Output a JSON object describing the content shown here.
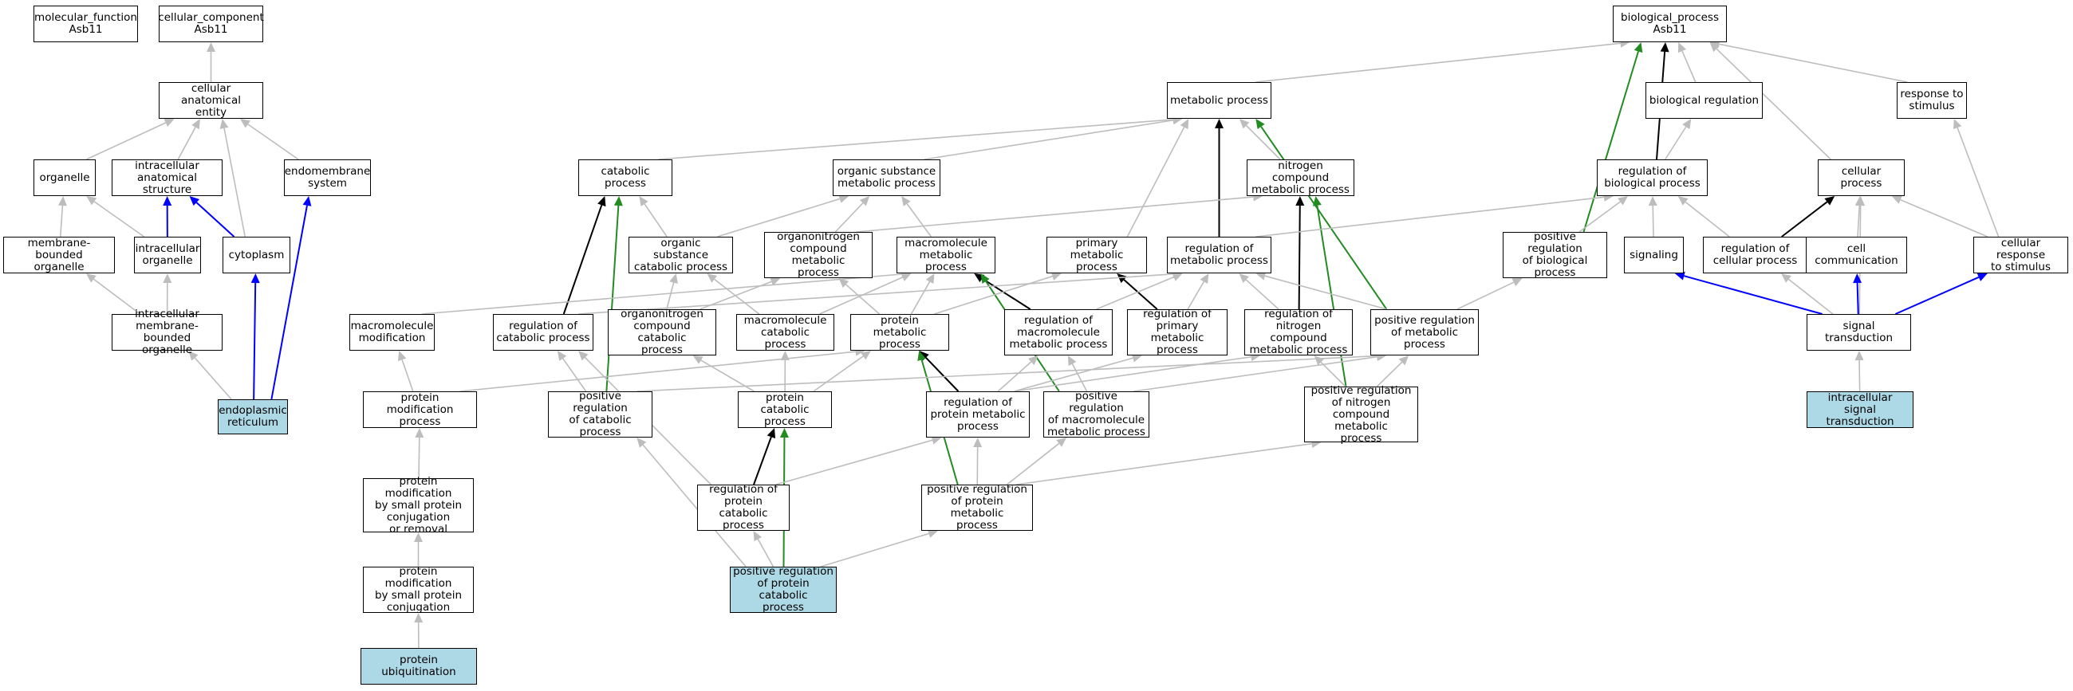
{
  "colors": {
    "gray": "#bdbdbd",
    "black": "#000000",
    "blue": "#0000ff",
    "green": "#228b22",
    "highlight": "#add8e6"
  },
  "nodes": [
    {
      "id": "mf",
      "label": "molecular_function\nAsb11",
      "hl": false
    },
    {
      "id": "cc",
      "label": "cellular_component\nAsb11",
      "hl": false
    },
    {
      "id": "bp",
      "label": "biological_process\nAsb11",
      "hl": false
    },
    {
      "id": "cae",
      "label": "cellular anatomical\nentity",
      "hl": false
    },
    {
      "id": "org",
      "label": "organelle",
      "hl": false
    },
    {
      "id": "ias",
      "label": "intracellular\nanatomical structure",
      "hl": false
    },
    {
      "id": "ems",
      "label": "endomembrane\nsystem",
      "hl": false
    },
    {
      "id": "mbo",
      "label": "membrane-bounded\norganelle",
      "hl": false
    },
    {
      "id": "io",
      "label": "intracellular\norganelle",
      "hl": false
    },
    {
      "id": "cyt",
      "label": "cytoplasm",
      "hl": false
    },
    {
      "id": "imbo",
      "label": "intracellular\nmembrane-bounded\norganelle",
      "hl": false
    },
    {
      "id": "er",
      "label": "endoplasmic\nreticulum",
      "hl": true
    },
    {
      "id": "mp",
      "label": "metabolic process",
      "hl": false
    },
    {
      "id": "cp",
      "label": "catabolic process",
      "hl": false
    },
    {
      "id": "osmp",
      "label": "organic substance\nmetabolic process",
      "hl": false
    },
    {
      "id": "ncmp",
      "label": "nitrogen compound\nmetabolic process",
      "hl": false
    },
    {
      "id": "br",
      "label": "biological regulation",
      "hl": false
    },
    {
      "id": "rts",
      "label": "response to\nstimulus",
      "hl": false
    },
    {
      "id": "rbp",
      "label": "regulation of\nbiological process",
      "hl": false
    },
    {
      "id": "cellp",
      "label": "cellular process",
      "hl": false
    },
    {
      "id": "oscp",
      "label": "organic substance\ncatabolic process",
      "hl": false
    },
    {
      "id": "oncmp",
      "label": "organonitrogen\ncompound metabolic\nprocess",
      "hl": false
    },
    {
      "id": "mmp",
      "label": "macromolecule\nmetabolic process",
      "hl": false
    },
    {
      "id": "pmp",
      "label": "primary metabolic\nprocess",
      "hl": false
    },
    {
      "id": "rmp",
      "label": "regulation of\nmetabolic process",
      "hl": false
    },
    {
      "id": "prbp",
      "label": "positive regulation\nof biological\nprocess",
      "hl": false
    },
    {
      "id": "sig",
      "label": "signaling",
      "hl": false
    },
    {
      "id": "rcp",
      "label": "regulation of\ncellular process",
      "hl": false
    },
    {
      "id": "cc2",
      "label": "cell communication",
      "hl": false
    },
    {
      "id": "crs",
      "label": "cellular response\nto stimulus",
      "hl": false
    },
    {
      "id": "mm",
      "label": "macromolecule\nmodification",
      "hl": false
    },
    {
      "id": "rcatp",
      "label": "regulation of\ncatabolic process",
      "hl": false
    },
    {
      "id": "onccp",
      "label": "organonitrogen\ncompound catabolic\nprocess",
      "hl": false
    },
    {
      "id": "mcp",
      "label": "macromolecule\ncatabolic process",
      "hl": false
    },
    {
      "id": "protmp",
      "label": "protein metabolic\nprocess",
      "hl": false
    },
    {
      "id": "rmmp",
      "label": "regulation of\nmacromolecule\nmetabolic process",
      "hl": false
    },
    {
      "id": "rpmp",
      "label": "regulation of\nprimary metabolic\nprocess",
      "hl": false
    },
    {
      "id": "rncmp",
      "label": "regulation of\nnitrogen compound\nmetabolic process",
      "hl": false
    },
    {
      "id": "prmp",
      "label": "positive regulation\nof metabolic\nprocess",
      "hl": false
    },
    {
      "id": "st",
      "label": "signal transduction",
      "hl": false
    },
    {
      "id": "pmod",
      "label": "protein modification\nprocess",
      "hl": false
    },
    {
      "id": "prcatp",
      "label": "positive regulation\nof catabolic\nprocess",
      "hl": false
    },
    {
      "id": "pcp",
      "label": "protein catabolic\nprocess",
      "hl": false
    },
    {
      "id": "rprotmp",
      "label": "regulation of\nprotein metabolic\nprocess",
      "hl": false
    },
    {
      "id": "prmmp",
      "label": "positive regulation\nof macromolecule\nmetabolic process",
      "hl": false
    },
    {
      "id": "prncmp",
      "label": "positive regulation\nof nitrogen\ncompound metabolic\nprocess",
      "hl": false
    },
    {
      "id": "ist",
      "label": "intracellular\nsignal transduction",
      "hl": true
    },
    {
      "id": "pmsp",
      "label": "protein modification\nby small protein\nconjugation\nor removal",
      "hl": false
    },
    {
      "id": "rpcp",
      "label": "regulation of\nprotein catabolic\nprocess",
      "hl": false
    },
    {
      "id": "prprotmp",
      "label": "positive regulation\nof protein metabolic\nprocess",
      "hl": false
    },
    {
      "id": "pmspc",
      "label": "protein modification\nby small protein\nconjugation",
      "hl": false
    },
    {
      "id": "prpcp",
      "label": "positive regulation\nof protein catabolic\nprocess",
      "hl": true
    },
    {
      "id": "pu",
      "label": "protein ubiquitination",
      "hl": true
    }
  ],
  "edges": [
    {
      "from": "cae",
      "to": "cc",
      "color": "gray"
    },
    {
      "from": "org",
      "to": "cae",
      "color": "gray"
    },
    {
      "from": "ias",
      "to": "cae",
      "color": "gray"
    },
    {
      "from": "ems",
      "to": "cae",
      "color": "gray"
    },
    {
      "from": "cyt",
      "to": "cae",
      "color": "gray"
    },
    {
      "from": "mbo",
      "to": "org",
      "color": "gray"
    },
    {
      "from": "io",
      "to": "org",
      "color": "gray"
    },
    {
      "from": "io",
      "to": "ias",
      "color": "blue"
    },
    {
      "from": "cyt",
      "to": "ias",
      "color": "blue"
    },
    {
      "from": "imbo",
      "to": "mbo",
      "color": "gray"
    },
    {
      "from": "imbo",
      "to": "io",
      "color": "gray"
    },
    {
      "from": "er",
      "to": "imbo",
      "color": "gray"
    },
    {
      "from": "er",
      "to": "cyt",
      "color": "blue"
    },
    {
      "from": "er",
      "to": "ems",
      "color": "blue"
    },
    {
      "from": "mp",
      "to": "bp",
      "color": "gray"
    },
    {
      "from": "br",
      "to": "bp",
      "color": "gray"
    },
    {
      "from": "rts",
      "to": "bp",
      "color": "gray"
    },
    {
      "from": "cellp",
      "to": "bp",
      "color": "gray"
    },
    {
      "from": "rbp",
      "to": "bp",
      "color": "black"
    },
    {
      "from": "prbp",
      "to": "bp",
      "color": "green"
    },
    {
      "from": "rbp",
      "to": "br",
      "color": "gray"
    },
    {
      "from": "cp",
      "to": "mp",
      "color": "gray"
    },
    {
      "from": "osmp",
      "to": "mp",
      "color": "gray"
    },
    {
      "from": "ncmp",
      "to": "mp",
      "color": "gray"
    },
    {
      "from": "pmp",
      "to": "mp",
      "color": "gray"
    },
    {
      "from": "rmp",
      "to": "mp",
      "color": "black"
    },
    {
      "from": "prmp",
      "to": "mp",
      "color": "green"
    },
    {
      "from": "oscp",
      "to": "cp",
      "color": "gray"
    },
    {
      "from": "rcatp",
      "to": "cp",
      "color": "black"
    },
    {
      "from": "prcatp",
      "to": "cp",
      "color": "green"
    },
    {
      "from": "oscp",
      "to": "osmp",
      "color": "gray"
    },
    {
      "from": "oncmp",
      "to": "osmp",
      "color": "gray"
    },
    {
      "from": "mmp",
      "to": "osmp",
      "color": "gray"
    },
    {
      "from": "oncmp",
      "to": "ncmp",
      "color": "gray"
    },
    {
      "from": "rncmp",
      "to": "ncmp",
      "color": "black"
    },
    {
      "from": "prncmp",
      "to": "ncmp",
      "color": "green"
    },
    {
      "from": "rmp",
      "to": "rbp",
      "color": "gray"
    },
    {
      "from": "prbp",
      "to": "rbp",
      "color": "gray"
    },
    {
      "from": "rcp",
      "to": "rbp",
      "color": "gray"
    },
    {
      "from": "sig",
      "to": "rbp",
      "color": "gray"
    },
    {
      "from": "rcp",
      "to": "cellp",
      "color": "black"
    },
    {
      "from": "cc2",
      "to": "cellp",
      "color": "gray"
    },
    {
      "from": "crs",
      "to": "cellp",
      "color": "gray"
    },
    {
      "from": "st",
      "to": "cellp",
      "color": "gray"
    },
    {
      "from": "crs",
      "to": "rts",
      "color": "gray"
    },
    {
      "from": "prmp",
      "to": "prbp",
      "color": "gray"
    },
    {
      "from": "onccp",
      "to": "oscp",
      "color": "gray"
    },
    {
      "from": "mcp",
      "to": "oscp",
      "color": "gray"
    },
    {
      "from": "onccp",
      "to": "oncmp",
      "color": "gray"
    },
    {
      "from": "protmp",
      "to": "oncmp",
      "color": "gray"
    },
    {
      "from": "mcp",
      "to": "mmp",
      "color": "gray"
    },
    {
      "from": "protmp",
      "to": "mmp",
      "color": "gray"
    },
    {
      "from": "mm",
      "to": "mmp",
      "color": "gray"
    },
    {
      "from": "rmmp",
      "to": "mmp",
      "color": "black"
    },
    {
      "from": "prmmp",
      "to": "mmp",
      "color": "green"
    },
    {
      "from": "protmp",
      "to": "pmp",
      "color": "gray"
    },
    {
      "from": "rpmp",
      "to": "pmp",
      "color": "black"
    },
    {
      "from": "rmmp",
      "to": "rmp",
      "color": "gray"
    },
    {
      "from": "rpmp",
      "to": "rmp",
      "color": "gray"
    },
    {
      "from": "rncmp",
      "to": "rmp",
      "color": "gray"
    },
    {
      "from": "prmp",
      "to": "rmp",
      "color": "gray"
    },
    {
      "from": "rcatp",
      "to": "rmp",
      "color": "gray"
    },
    {
      "from": "st",
      "to": "sig",
      "color": "blue"
    },
    {
      "from": "st",
      "to": "rcp",
      "color": "gray"
    },
    {
      "from": "st",
      "to": "cc2",
      "color": "blue"
    },
    {
      "from": "st",
      "to": "crs",
      "color": "blue"
    },
    {
      "from": "pmod",
      "to": "mm",
      "color": "gray"
    },
    {
      "from": "pmod",
      "to": "protmp",
      "color": "gray"
    },
    {
      "from": "prcatp",
      "to": "rcatp",
      "color": "gray"
    },
    {
      "from": "rpcp",
      "to": "rcatp",
      "color": "gray"
    },
    {
      "from": "pcp",
      "to": "onccp",
      "color": "gray"
    },
    {
      "from": "pcp",
      "to": "mcp",
      "color": "gray"
    },
    {
      "from": "pcp",
      "to": "protmp",
      "color": "gray"
    },
    {
      "from": "rprotmp",
      "to": "protmp",
      "color": "black"
    },
    {
      "from": "prprotmp",
      "to": "protmp",
      "color": "green"
    },
    {
      "from": "rprotmp",
      "to": "rmmp",
      "color": "gray"
    },
    {
      "from": "prmmp",
      "to": "rmmp",
      "color": "gray"
    },
    {
      "from": "rprotmp",
      "to": "rpmp",
      "color": "gray"
    },
    {
      "from": "rprotmp",
      "to": "rncmp",
      "color": "gray"
    },
    {
      "from": "prncmp",
      "to": "rncmp",
      "color": "gray"
    },
    {
      "from": "prmmp",
      "to": "prmp",
      "color": "gray"
    },
    {
      "from": "prncmp",
      "to": "prmp",
      "color": "gray"
    },
    {
      "from": "prcatp",
      "to": "prmp",
      "color": "gray"
    },
    {
      "from": "ist",
      "to": "st",
      "color": "gray"
    },
    {
      "from": "pmsp",
      "to": "pmod",
      "color": "gray"
    },
    {
      "from": "rpcp",
      "to": "pcp",
      "color": "black"
    },
    {
      "from": "prpcp",
      "to": "pcp",
      "color": "green"
    },
    {
      "from": "prprotmp",
      "to": "rprotmp",
      "color": "gray"
    },
    {
      "from": "rpcp",
      "to": "rprotmp",
      "color": "gray"
    },
    {
      "from": "prprotmp",
      "to": "prmmp",
      "color": "gray"
    },
    {
      "from": "prprotmp",
      "to": "prncmp",
      "color": "gray"
    },
    {
      "from": "pmspc",
      "to": "pmsp",
      "color": "gray"
    },
    {
      "from": "prpcp",
      "to": "rpcp",
      "color": "gray"
    },
    {
      "from": "prpcp",
      "to": "prprotmp",
      "color": "gray"
    },
    {
      "from": "prpcp",
      "to": "prcatp",
      "color": "gray"
    },
    {
      "from": "pu",
      "to": "pmspc",
      "color": "gray"
    }
  ]
}
